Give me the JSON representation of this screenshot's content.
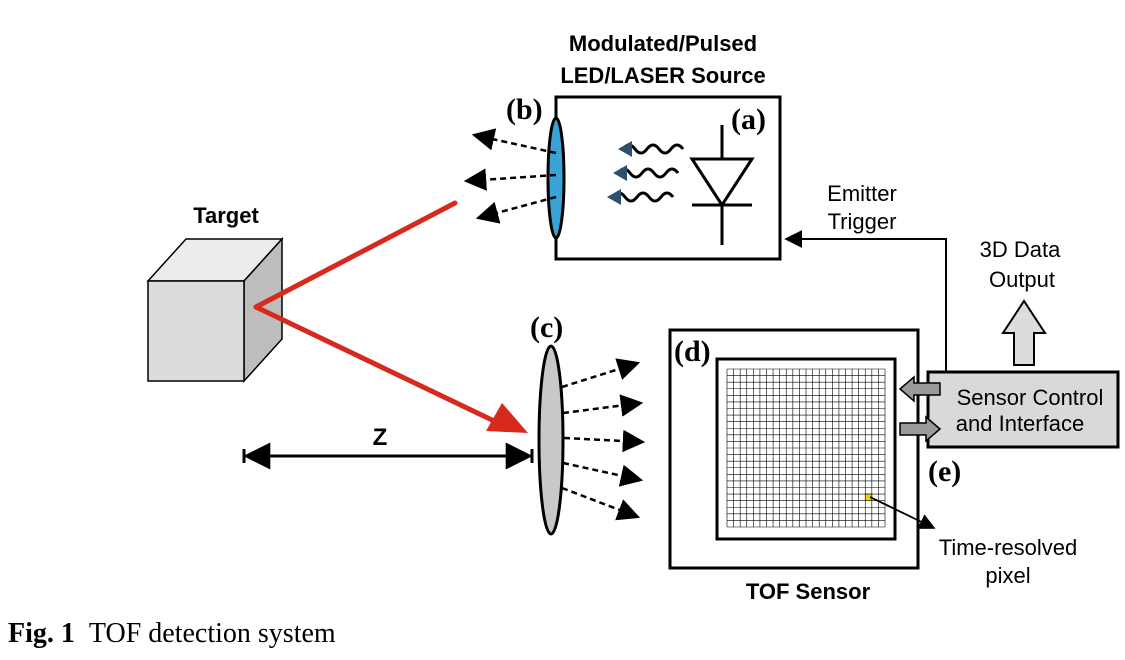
{
  "labels": {
    "source_title_line1": "Modulated/Pulsed",
    "source_title_line2": "LED/LASER Source",
    "target": "Target",
    "tag_a": "(a)",
    "tag_b": "(b)",
    "tag_c": "(c)",
    "tag_d": "(d)",
    "tag_e": "(e)",
    "emitter_trigger_line1": "Emitter",
    "emitter_trigger_line2": "Trigger",
    "output_line1": "3D Data",
    "output_line2": "Output",
    "control_line1": "Sensor Control",
    "control_line2": "and Interface",
    "distance": "Z",
    "pixel_line1": "Time-resolved",
    "pixel_line2": "pixel",
    "sensor": "TOF Sensor"
  },
  "caption": {
    "figure_number": "Fig. 1",
    "text": "TOF detection system"
  },
  "colors": {
    "beam": "#d62a1f",
    "emitter_lens": "#3aa3d6",
    "receiver_lens": "#c8c8c8",
    "pixel_highlight": "#f2d200",
    "control_box": "#d9d9d9",
    "cube_front": "#dcdcdc",
    "cube_top": "#ececec",
    "cube_side": "#bdbdbd"
  }
}
